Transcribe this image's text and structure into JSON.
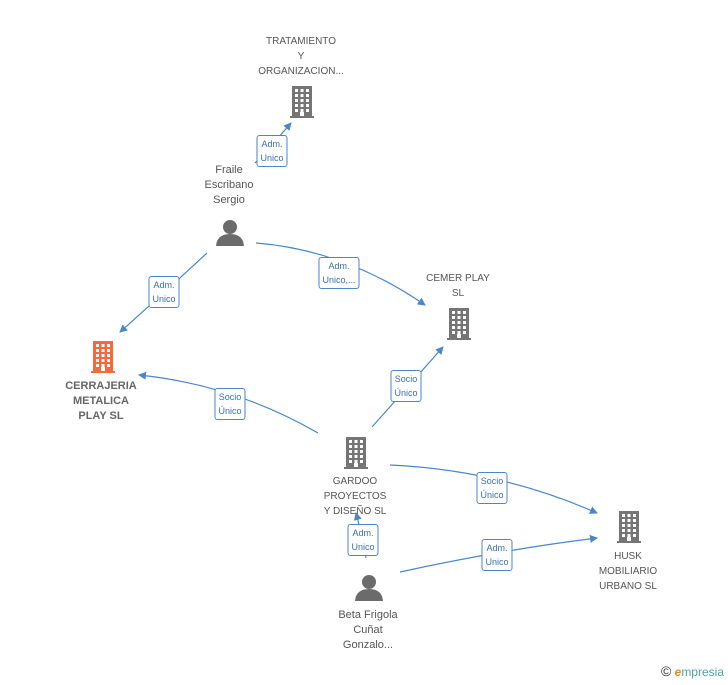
{
  "nodes": [
    {
      "id": "tratamiento",
      "type": "company",
      "label": "TRATAMIENTO\nY\nORGANIZACION...",
      "color": "#757575"
    },
    {
      "id": "fraile",
      "type": "person",
      "label": "Fraile\nEscribano\nSergio",
      "color": "#6b6b6b"
    },
    {
      "id": "cemer",
      "type": "company",
      "label": "CEMER PLAY\nSL",
      "color": "#757575"
    },
    {
      "id": "cerrajeria",
      "type": "company",
      "label": "CERRAJERIA\nMETALICA\nPLAY  SL",
      "color": "#f26a3d",
      "focus": true
    },
    {
      "id": "gardoo",
      "type": "company",
      "label": "GARDOO\nPROYECTOS\nY DISEÑO  SL",
      "color": "#757575"
    },
    {
      "id": "husk",
      "type": "company",
      "label": "HUSK\nMOBILIARIO\nURBANO  SL",
      "color": "#757575"
    },
    {
      "id": "beta",
      "type": "person",
      "label": "Beta Frigola\nCuñat\nGonzalo...",
      "color": "#6b6b6b"
    }
  ],
  "edges": [
    {
      "from": "fraile",
      "to": "tratamiento",
      "label": "Adm.\nUnico"
    },
    {
      "from": "fraile",
      "to": "cerrajeria",
      "label": "Adm.\nUnico"
    },
    {
      "from": "fraile",
      "to": "cemer",
      "label": "Adm.\nUnico,..."
    },
    {
      "from": "gardoo",
      "to": "cemer",
      "label": "Socio\nÚnico"
    },
    {
      "from": "gardoo",
      "to": "cerrajeria",
      "label": "Socio\nÚnico"
    },
    {
      "from": "gardoo",
      "to": "husk",
      "label": "Socio\nÚnico"
    },
    {
      "from": "beta",
      "to": "gardoo",
      "label": "Adm.\nUnico"
    },
    {
      "from": "beta",
      "to": "husk",
      "label": "Adm.\nUnico"
    }
  ],
  "edge_color": "#4a86c8",
  "brand": {
    "copyright": "©",
    "initial": "e",
    "name": "mpresia"
  }
}
